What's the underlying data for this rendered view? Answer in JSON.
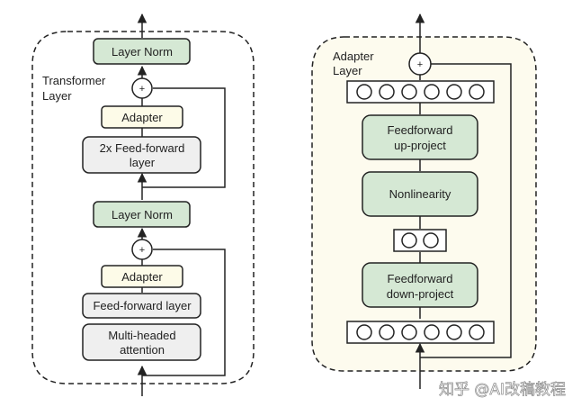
{
  "colors": {
    "green_box": "#d5e8d4",
    "yellow_box": "#fdfbe8",
    "gray_box": "#efefef",
    "adapter_panel_bg": "#fdfbee",
    "stroke": "#222222"
  },
  "transformer": {
    "title_line1": "Transformer",
    "title_line2": "Layer",
    "layer_norm_top": "Layer Norm",
    "plus_top": "+",
    "adapter_top": "Adapter",
    "ffn2x_line1": "2x Feed-forward",
    "ffn2x_line2": "layer",
    "layer_norm_mid": "Layer Norm",
    "plus_bottom": "+",
    "adapter_bottom": "Adapter",
    "ffn": "Feed-forward layer",
    "mha_line1": "Multi-headed",
    "mha_line2": "attention"
  },
  "adapter": {
    "title_line1": "Adapter",
    "title_line2": "Layer",
    "plus": "+",
    "output_neurons": 6,
    "up_line1": "Feedforward",
    "up_line2": "up-project",
    "nonlinearity": "Nonlinearity",
    "bottleneck_neurons": 2,
    "down_line1": "Feedforward",
    "down_line2": "down-project",
    "input_neurons": 6
  },
  "watermark": "知乎 @AI改稿教程"
}
